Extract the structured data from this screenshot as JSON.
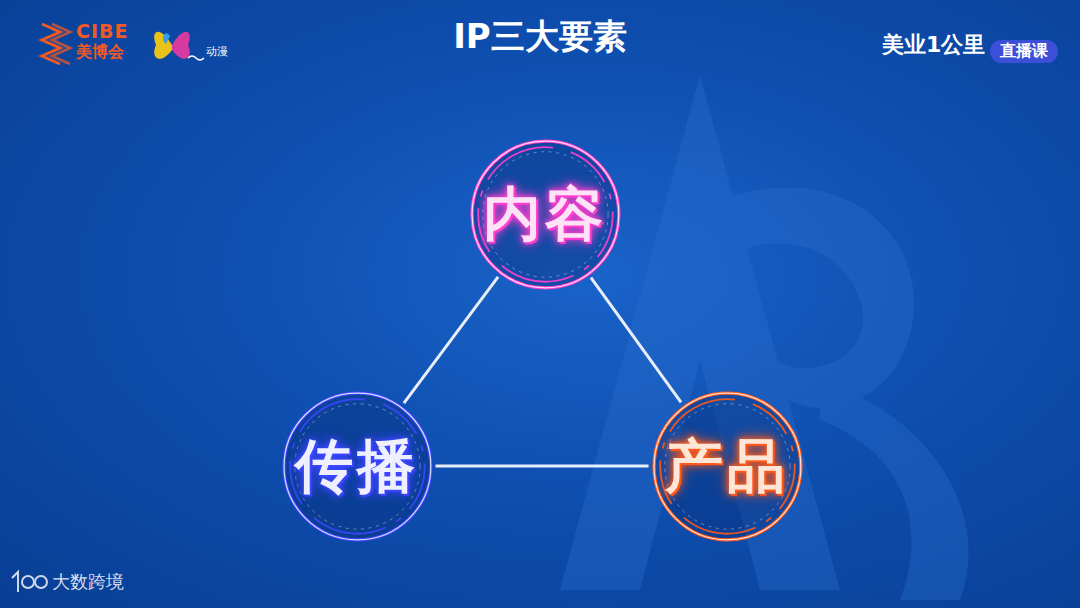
{
  "diagram": {
    "title": "IP三大要素",
    "nodes": [
      {
        "text": [
          "内容"
        ]
      },
      {
        "text": [
          "传播"
        ]
      },
      {
        "text": [
          "产品"
        ]
      }
    ],
    "edges": [
      {
        "from": 0,
        "to": 1,
        "arrow": "none"
      },
      {
        "from": 0,
        "to": 2,
        "arrow": "none"
      },
      {
        "from": 1,
        "to": 2,
        "arrow": "none"
      }
    ],
    "labels": [
      "CIBE",
      "美博会",
      "动漫",
      "美业1公里",
      "直播课",
      "大数跨境"
    ]
  }
}
